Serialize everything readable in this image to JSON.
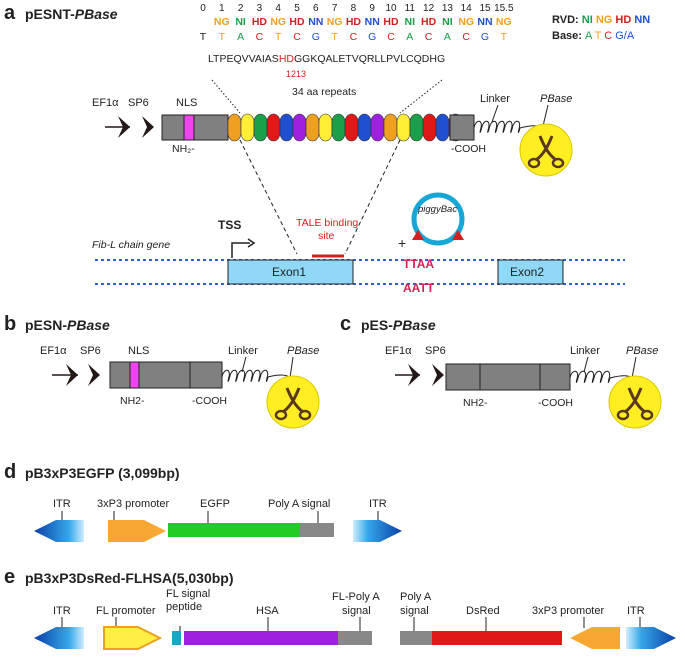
{
  "panel_a": {
    "letter": "a",
    "title_prefix": "pESNT-",
    "title_suffix": "PBase",
    "seq_before": "LTPEQVVAIAS",
    "seq_hd": "HD",
    "seq_after": "GGKQALETVQRLLPVLCQDHG",
    "hd_positions": "1213",
    "repeats_label": "34 aa repeats",
    "ef1a": "EF1α",
    "sp6": "SP6",
    "nls": "NLS",
    "nh2": "NH₂-",
    "cooh": "-COOH",
    "linker": "Linker",
    "pbase": "PBase",
    "gene": "Fib-L chain gene",
    "tss": "TSS",
    "exon1": "Exon1",
    "exon2": "Exon2",
    "binding_1": "TALE binding",
    "binding_2": "site",
    "ttaa": "TTAA",
    "aatt": "AATT",
    "plus": "+",
    "piggybac": "piggyBac"
  },
  "rvd_table": {
    "positions": [
      "0",
      "1",
      "2",
      "3",
      "4",
      "5",
      "6",
      "7",
      "8",
      "9",
      "10",
      "11",
      "12",
      "13",
      "14",
      "15",
      "15.5"
    ],
    "rvds": [
      "",
      "NG",
      "NI",
      "HD",
      "NG",
      "HD",
      "NN",
      "NG",
      "HD",
      "NN",
      "HD",
      "NI",
      "HD",
      "NI",
      "NG",
      "NN",
      "NG"
    ],
    "bases": [
      "T",
      "T",
      "A",
      "C",
      "T",
      "C",
      "G",
      "T",
      "C",
      "G",
      "C",
      "A",
      "C",
      "A",
      "C",
      "G",
      "T"
    ]
  },
  "legend": {
    "rvd_label": "RVD: ",
    "rvd_items": [
      "NI",
      "NG",
      "HD",
      "NN"
    ],
    "base_label": "Base: ",
    "base_items": [
      "A",
      "T",
      "C",
      "G/A"
    ]
  },
  "colors": {
    "NI": "#1aa04a",
    "NG": "#f0a020",
    "HD": "#d42020",
    "NN": "#2050d0",
    "repeat_cycle": [
      "#f0a020",
      "#ffee33",
      "#1aa04a",
      "#e01818",
      "#2050d0",
      "#a020e0"
    ]
  },
  "panel_b": {
    "letter": "b",
    "title_prefix": "pESN-",
    "title_suffix": "PBase",
    "ef1a": "EF1α",
    "sp6": "SP6",
    "nls": "NLS",
    "nh2": "NH2-",
    "cooh": "-COOH",
    "linker": "Linker",
    "pbase": "PBase"
  },
  "panel_c": {
    "letter": "c",
    "title_prefix": "pES-",
    "title_suffix": "PBase",
    "ef1a": "EF1α",
    "sp6": "SP6",
    "nh2": "NH2-",
    "cooh": "-COOH",
    "linker": "Linker",
    "pbase": "PBase"
  },
  "panel_d": {
    "letter": "d",
    "title": "pB3xP3EGFP (3,099bp)",
    "itr_left": "ITR",
    "promoter": "3xP3 promoter",
    "egfp": "EGFP",
    "polya": "Poly A signal",
    "itr_right": "ITR"
  },
  "panel_e": {
    "letter": "e",
    "title": "pB3xP3DsRed-FLHSA(5,030bp)",
    "itr_left": "ITR",
    "fl_promoter": "FL promoter",
    "fl_signal_1": "FL signal",
    "fl_signal_2": "peptide",
    "fl_signal_3": "",
    "hsa": "HSA",
    "fl_polya_1": "FL-Poly A",
    "fl_polya_2": "signal",
    "polya_1": "Poly A",
    "polya_2": "signal",
    "dsred": "DsRed",
    "promoter": "3xP3 promoter",
    "itr_right": "ITR"
  }
}
